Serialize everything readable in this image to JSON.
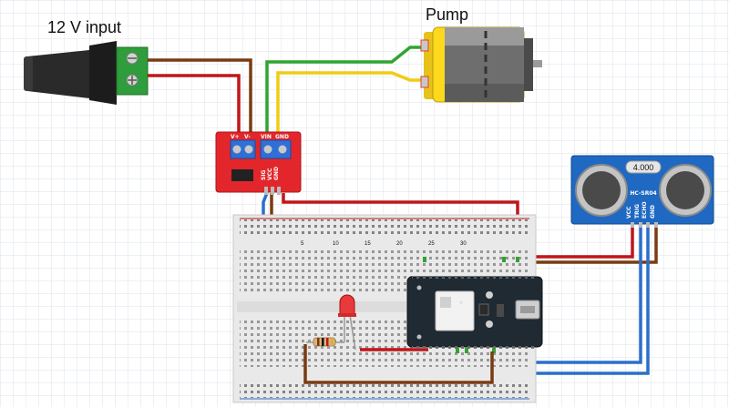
{
  "labels": {
    "input": "12 V input",
    "pump": "Pump"
  },
  "mosfet_module": {
    "pin_labels_top": [
      "V+",
      "V-",
      "VIN",
      "GND"
    ],
    "pin_labels_bottom": [
      "SIG",
      "VCC",
      "GND"
    ]
  },
  "sensor": {
    "display": "4.000",
    "model": "HC-SR04",
    "pins": [
      "VCC",
      "TRIG",
      "ECHO",
      "GND"
    ]
  },
  "breadboard": {
    "column_marks": [
      "5",
      "10",
      "15",
      "20",
      "25",
      "30"
    ]
  },
  "colors": {
    "brown": "#7a3b12",
    "red": "#c0161a",
    "green": "#2fa52f",
    "yellow": "#f0cc13",
    "blue": "#2b6fcb",
    "module_red": "#e3262b",
    "sensor_blue": "#1f69c2",
    "board_dark": "#1f2a33"
  }
}
